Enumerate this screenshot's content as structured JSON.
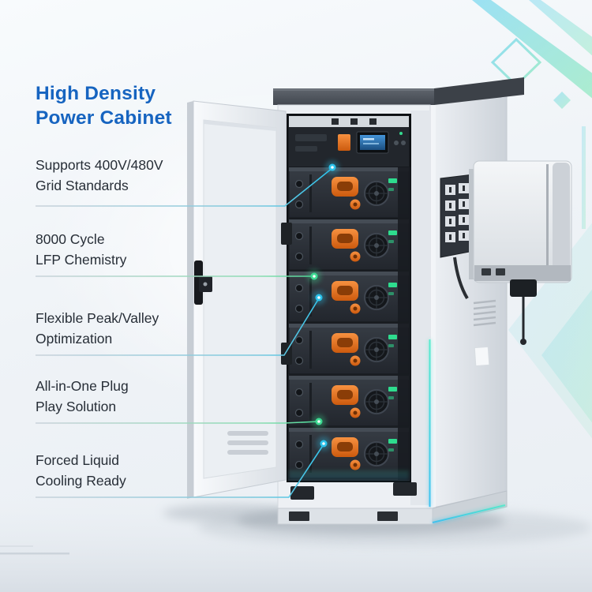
{
  "title": {
    "line1": "High Density",
    "line2": "Power Cabinet"
  },
  "features": [
    {
      "line1": "Supports 400V/480V",
      "line2": "Grid Standards",
      "dot_color": "#2bc3ec"
    },
    {
      "line1": "8000 Cycle",
      "line2": "LFP Chemistry",
      "dot_color": "#3ddb92"
    },
    {
      "line1": "Flexible Peak/Valley",
      "line2": "Optimization",
      "dot_color": "#2bc3ec"
    },
    {
      "line1": "All-in-One Plug",
      "line2": "Play Solution",
      "dot_color": "#3ddb92"
    },
    {
      "line1": "Forced Liquid",
      "line2": "Cooling Ready",
      "dot_color": "#2bc3ec"
    }
  ],
  "colors": {
    "title_blue": "#1664c0",
    "body_text": "#272e37",
    "accent_teal": "#2bc3ec",
    "accent_green": "#3ddb92"
  }
}
